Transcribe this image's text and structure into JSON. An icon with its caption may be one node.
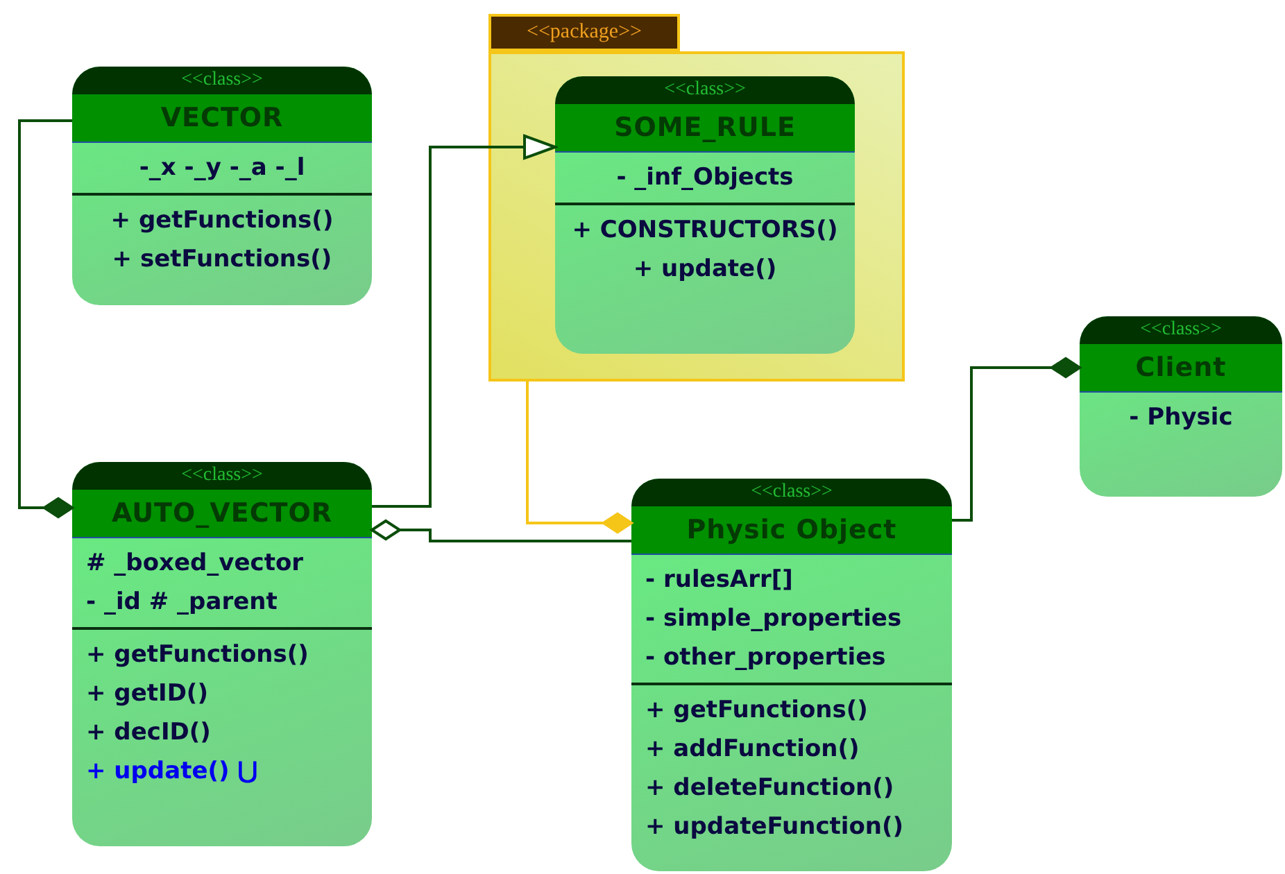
{
  "diagram": {
    "nodes": [
      {
        "text": [
          "<<class>>",
          "VECTOR",
          "-_x -_y -_a -_l",
          "+ getFunctions()",
          "+ setFunctions()"
        ]
      },
      {
        "text": [
          "<<package>>"
        ]
      },
      {
        "text": [
          "<<class>>",
          "SOME_RULE",
          "- _inf_Objects",
          "+ CONSTRUCTORS()",
          "+ update()"
        ],
        "in": 1
      },
      {
        "text": [
          "<<class>>",
          "AUTO_VECTOR",
          "# _boxed_vector",
          "- _id # _parent",
          "+ getFunctions()",
          "+ getID()",
          "+ decID()",
          "+ update() ⋃"
        ]
      },
      {
        "text": [
          "<<class>>",
          "Physic Object",
          "- rulesArr[]",
          "- simple_properties",
          "- other_properties",
          "+ getFunctions()",
          "+ addFunction()",
          "+ deleteFunction()",
          "+ updateFunction()"
        ]
      },
      {
        "text": [
          "<<class>>",
          "Client",
          "- Physic"
        ]
      }
    ],
    "edges": [
      {
        "from": 0,
        "to": 3,
        "arrow": "other"
      },
      {
        "from": 3,
        "to": 2,
        "arrow": "to"
      },
      {
        "from": 4,
        "to": 3,
        "arrow": "other"
      },
      {
        "from": 1,
        "to": 4,
        "arrow": "other",
        "color": "#f5c518"
      },
      {
        "from": 4,
        "to": 5,
        "arrow": "other"
      }
    ]
  }
}
